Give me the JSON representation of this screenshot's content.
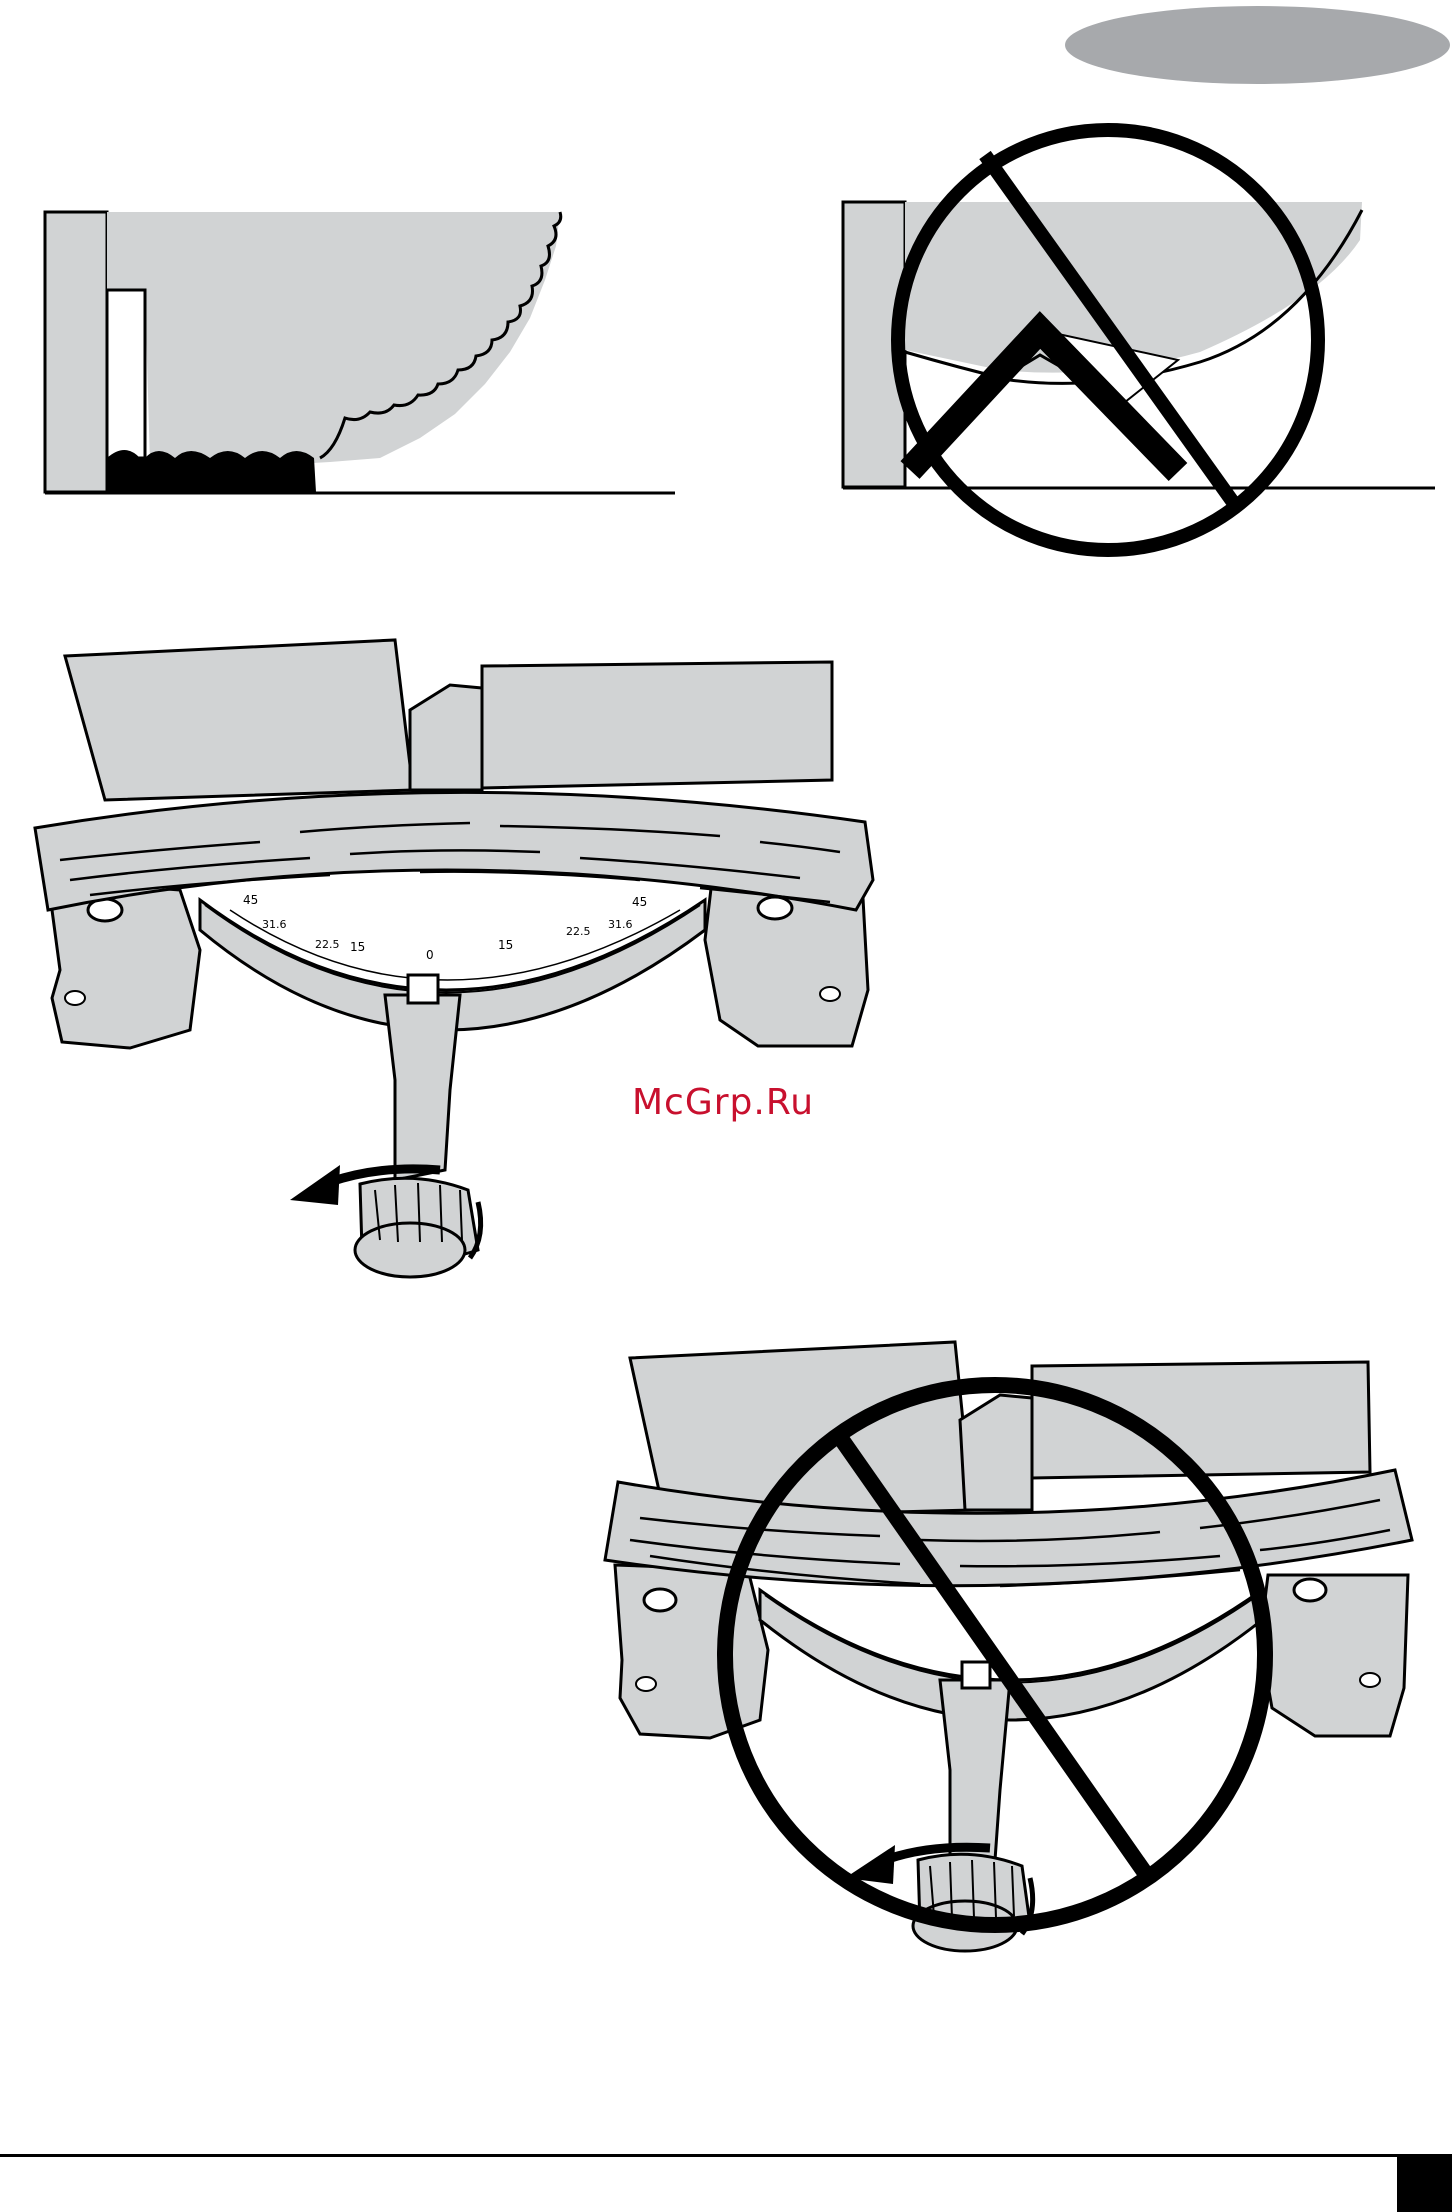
{
  "document": {
    "watermark_text": "McGrp.Ru",
    "figures": [
      {
        "name": "correct-blade-cut",
        "state": "correct"
      },
      {
        "name": "incorrect-blade-cut",
        "state": "incorrect",
        "symbol": "prohibited-sign-icon"
      },
      {
        "name": "correct-workpiece-support",
        "state": "correct"
      },
      {
        "name": "incorrect-workpiece-support",
        "state": "incorrect",
        "symbol": "prohibited-sign-icon"
      }
    ],
    "scale_marks": [
      "45",
      "31.6",
      "22.5",
      "15",
      "0",
      "15",
      "22.5",
      "31.6",
      "45"
    ],
    "colors": {
      "ink": "#000000",
      "fill_gray": "#d1d3d4",
      "tab_gray": "#a7a9ac",
      "watermark": "#c8102e"
    }
  }
}
